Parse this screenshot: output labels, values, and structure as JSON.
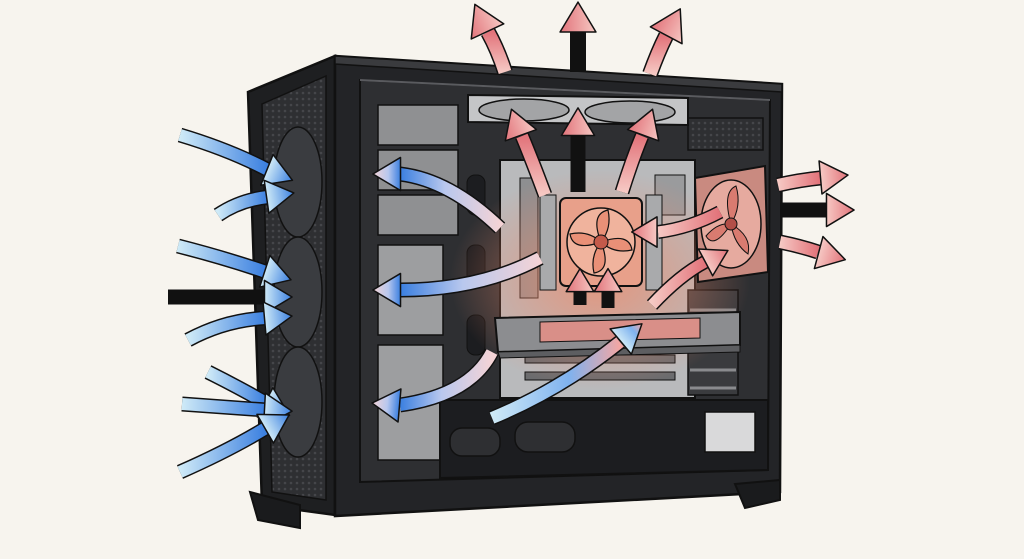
{
  "diagram": {
    "subject": "pc-case-airflow",
    "colors": {
      "background": "#f7f4ee",
      "case_frame": "#1e1f21",
      "case_interior": "#2c2d30",
      "outline": "#111111",
      "motherboard": "#b9babc",
      "drive_cage": "#8f9092",
      "mesh": "#3a3b3e",
      "fan_dark": "#2a2b2e",
      "cool_air_light": "#cfeaf7",
      "cool_air_dark": "#3a7fe0",
      "hot_air_light": "#f6c9c4",
      "hot_air_dark": "#e2737a",
      "hot_glow": "#f08a6a"
    },
    "airflow": {
      "intake": {
        "direction": "front-to-rear",
        "color": "blue",
        "arrow_count": 9
      },
      "internal_cool": {
        "color": "blue-to-pink",
        "arrow_count": 4
      },
      "exhaust_top": {
        "color": "red",
        "arrow_count": 3
      },
      "exhaust_rear": {
        "color": "red",
        "arrow_count": 3
      },
      "internal_hot": {
        "color": "pink",
        "arrow_count": 8
      }
    },
    "components": [
      {
        "name": "front-intake-fans",
        "count": 3,
        "icon": "fan-icon"
      },
      {
        "name": "top-exhaust-radiator-fans",
        "count": 2,
        "icon": "fan-icon"
      },
      {
        "name": "rear-exhaust-fan",
        "count": 1,
        "icon": "fan-icon"
      },
      {
        "name": "cpu-tower-cooler",
        "count": 1,
        "icon": "cpu-cooler-icon"
      },
      {
        "name": "graphics-card",
        "count": 1,
        "icon": "gpu-icon"
      },
      {
        "name": "drive-bays",
        "count": 3,
        "icon": "drive-icon"
      },
      {
        "name": "motherboard",
        "count": 1,
        "icon": "motherboard-icon"
      }
    ]
  }
}
